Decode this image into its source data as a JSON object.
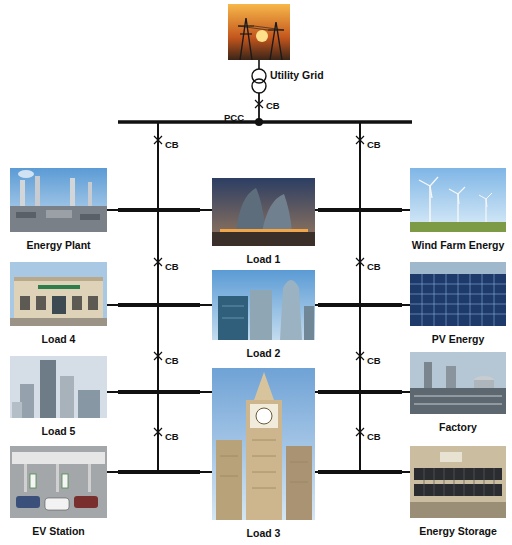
{
  "diagram": {
    "nodes": [
      {
        "text": [
          "Utility Grid"
        ]
      },
      {
        "text": [
          "Energy Plant"
        ]
      },
      {
        "text": [
          "Load 1"
        ]
      },
      {
        "text": [
          "Wind Farm Energy"
        ]
      },
      {
        "text": [
          "Load 4"
        ]
      },
      {
        "text": [
          "Load 2"
        ]
      },
      {
        "text": [
          "PV Energy"
        ]
      },
      {
        "text": [
          "Load 5"
        ]
      },
      {
        "text": [
          "Load 3"
        ]
      },
      {
        "text": [
          "Factory"
        ]
      },
      {
        "text": [
          "EV Station"
        ]
      },
      {
        "text": [
          "Energy Storage"
        ]
      }
    ],
    "edges": [
      {
        "from": 1,
        "to": 2,
        "arrow": "none"
      },
      {
        "from": 2,
        "to": 3,
        "arrow": "none"
      },
      {
        "from": 4,
        "to": 5,
        "arrow": "none"
      },
      {
        "from": 5,
        "to": 6,
        "arrow": "none"
      },
      {
        "from": 7,
        "to": 8,
        "arrow": "none"
      },
      {
        "from": 8,
        "to": 9,
        "arrow": "none"
      },
      {
        "from": 10,
        "to": 8,
        "arrow": "none"
      },
      {
        "from": 8,
        "to": 11,
        "arrow": "none"
      }
    ],
    "labels": [
      "CB",
      "PCC",
      "CB",
      "CB",
      "CB",
      "CB",
      "CB",
      "CB",
      "CB",
      "CB"
    ]
  }
}
